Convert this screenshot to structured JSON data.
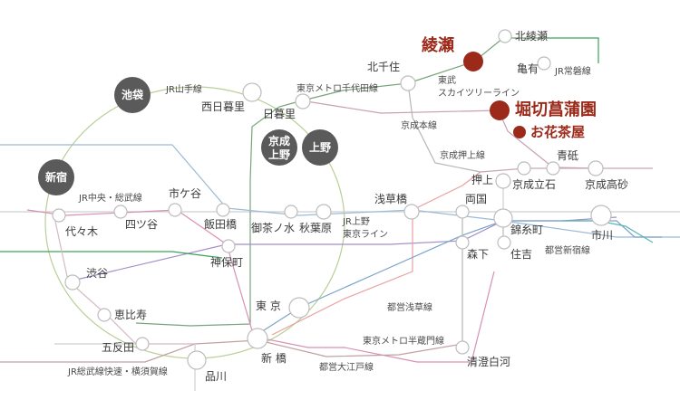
{
  "colors": {
    "highlight": "#9b2a1a",
    "hub": "#5a5a5a",
    "station_circle": "#bdbdbd",
    "yamanote": "#b9cf95",
    "chuo_sobu": "#cfcfcf",
    "chiyoda": "#7aa37a",
    "oedo": "#d790b4",
    "hanzomon": "#a48fc9",
    "asakusa": "#e8a0a0",
    "keisei": "#c8a0b0",
    "tokyu_blue": "#7aa3c8",
    "green_line": "#3aa35a",
    "teal_line": "#5ab5b5"
  },
  "highlight": {
    "ayase": "綾瀬",
    "horikiri": "堀切菖蒲園",
    "ohanajaya": "お花茶屋"
  },
  "hubs": {
    "ikebukuro": "池袋",
    "shinjuku": "新宿",
    "keisei_ueno_1": "京成",
    "keisei_ueno_2": "上野",
    "ueno": "上野"
  },
  "stations": {
    "kita_ayase": "北綾瀬",
    "kita_senju": "北千住",
    "kameari": "亀有",
    "nishi_nippori": "西日暮里",
    "nippori": "日暮里",
    "aoto": "青砥",
    "oshiage": "押上",
    "keisei_tateishi": "京成立石",
    "keisei_takasago": "京成高砂",
    "ichigaya": "市ケ谷",
    "yotsuya": "四ツ谷",
    "iidabashi": "飯田橋",
    "ochanomizu": "御茶ノ水",
    "akihabara": "秋葉原",
    "asakusabashi": "浅草橋",
    "ryogoku": "両国",
    "kinshicho": "錦糸町",
    "ichikawa": "市川",
    "yoyogi": "代々木",
    "jimbocho": "神保町",
    "morishita": "森下",
    "sumiyoshi": "住吉",
    "shibuya": "渋谷",
    "ebisu": "恵比寿",
    "tokyo": "東 京",
    "gotanda": "五反田",
    "shimbashi": "新 橋",
    "kiyosumi": "清澄白河",
    "shinagawa": "品川"
  },
  "lines": {
    "joban": "JR常磐線",
    "chiyoda": "東京メトロ千代田線",
    "skytree_1": "東武",
    "skytree_2": "スカイツリーライン",
    "yamanote": "JR山手線",
    "keisei_main": "京成本線",
    "keisei_oshiage": "京成押上線",
    "chuo_sobu": "JR中央・総武線",
    "ueno_tokyo_1": "JR上野",
    "ueno_tokyo_2": "東京ライン",
    "shinjuku_line": "都営新宿線",
    "asakusa_line": "都営浅草線",
    "hanzomon": "東京メトロ半蔵門線",
    "oedo": "都営大江戸線",
    "sobu_rapid": "JR総武線快速・横須賀線"
  }
}
